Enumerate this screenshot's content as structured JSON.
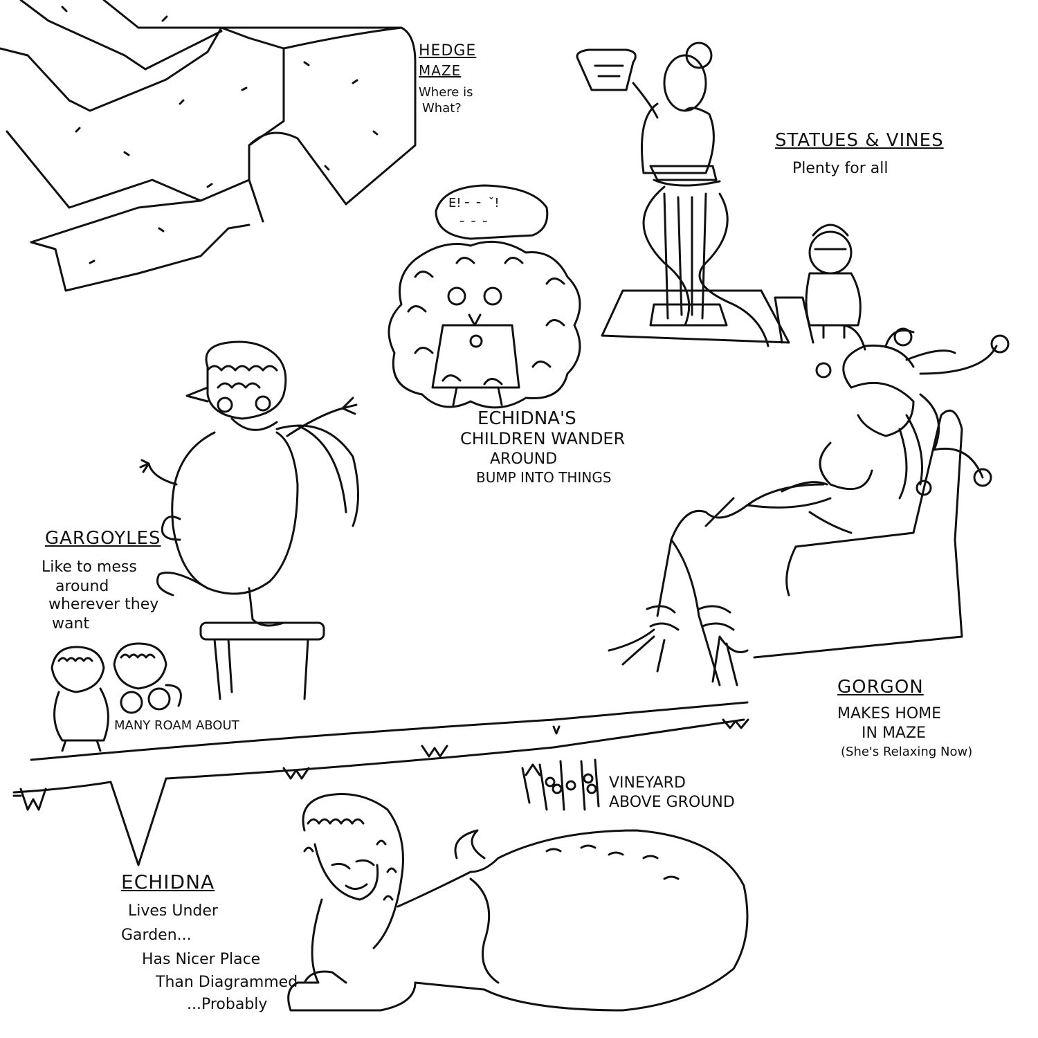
{
  "notes": {
    "hedge_title_1": "HEDGE",
    "hedge_title_2": "MAZE",
    "hedge_sub_1": "Where is",
    "hedge_sub_2": "What?",
    "statues_title": "STATUES & VINES",
    "statues_sub": "Plenty for all",
    "bubble_text_1": "E! ╴ ╴ ˇ!",
    "bubble_text_2": "╴ ╴ ╴",
    "children_1": "ECHIDNA'S",
    "children_2": "CHILDREN WANDER",
    "children_3": "AROUND",
    "children_4": "BUMP INTO THINGS",
    "gargoyles_title": "GARGOYLES",
    "gargoyles_sub_1": "Like to mess",
    "gargoyles_sub_2": "around",
    "gargoyles_sub_3": "wherever they",
    "gargoyles_sub_4": "want",
    "many_roam": "MANY ROAM ABOUT",
    "gorgon_title": "GORGON",
    "gorgon_sub_1": "MAKES HOME",
    "gorgon_sub_2": "IN MAZE",
    "gorgon_sub_3": "(She's Relaxing Now)",
    "vineyard_1": "VINEYARD",
    "vineyard_2": "ABOVE GROUND",
    "echidna_title": "ECHIDNA",
    "echidna_sub_1": "Lives Under",
    "echidna_sub_2": "Garden...",
    "echidna_sub_3": "Has Nicer Place",
    "echidna_sub_4": "Than Diagrammed",
    "echidna_sub_5": "...Probably"
  }
}
